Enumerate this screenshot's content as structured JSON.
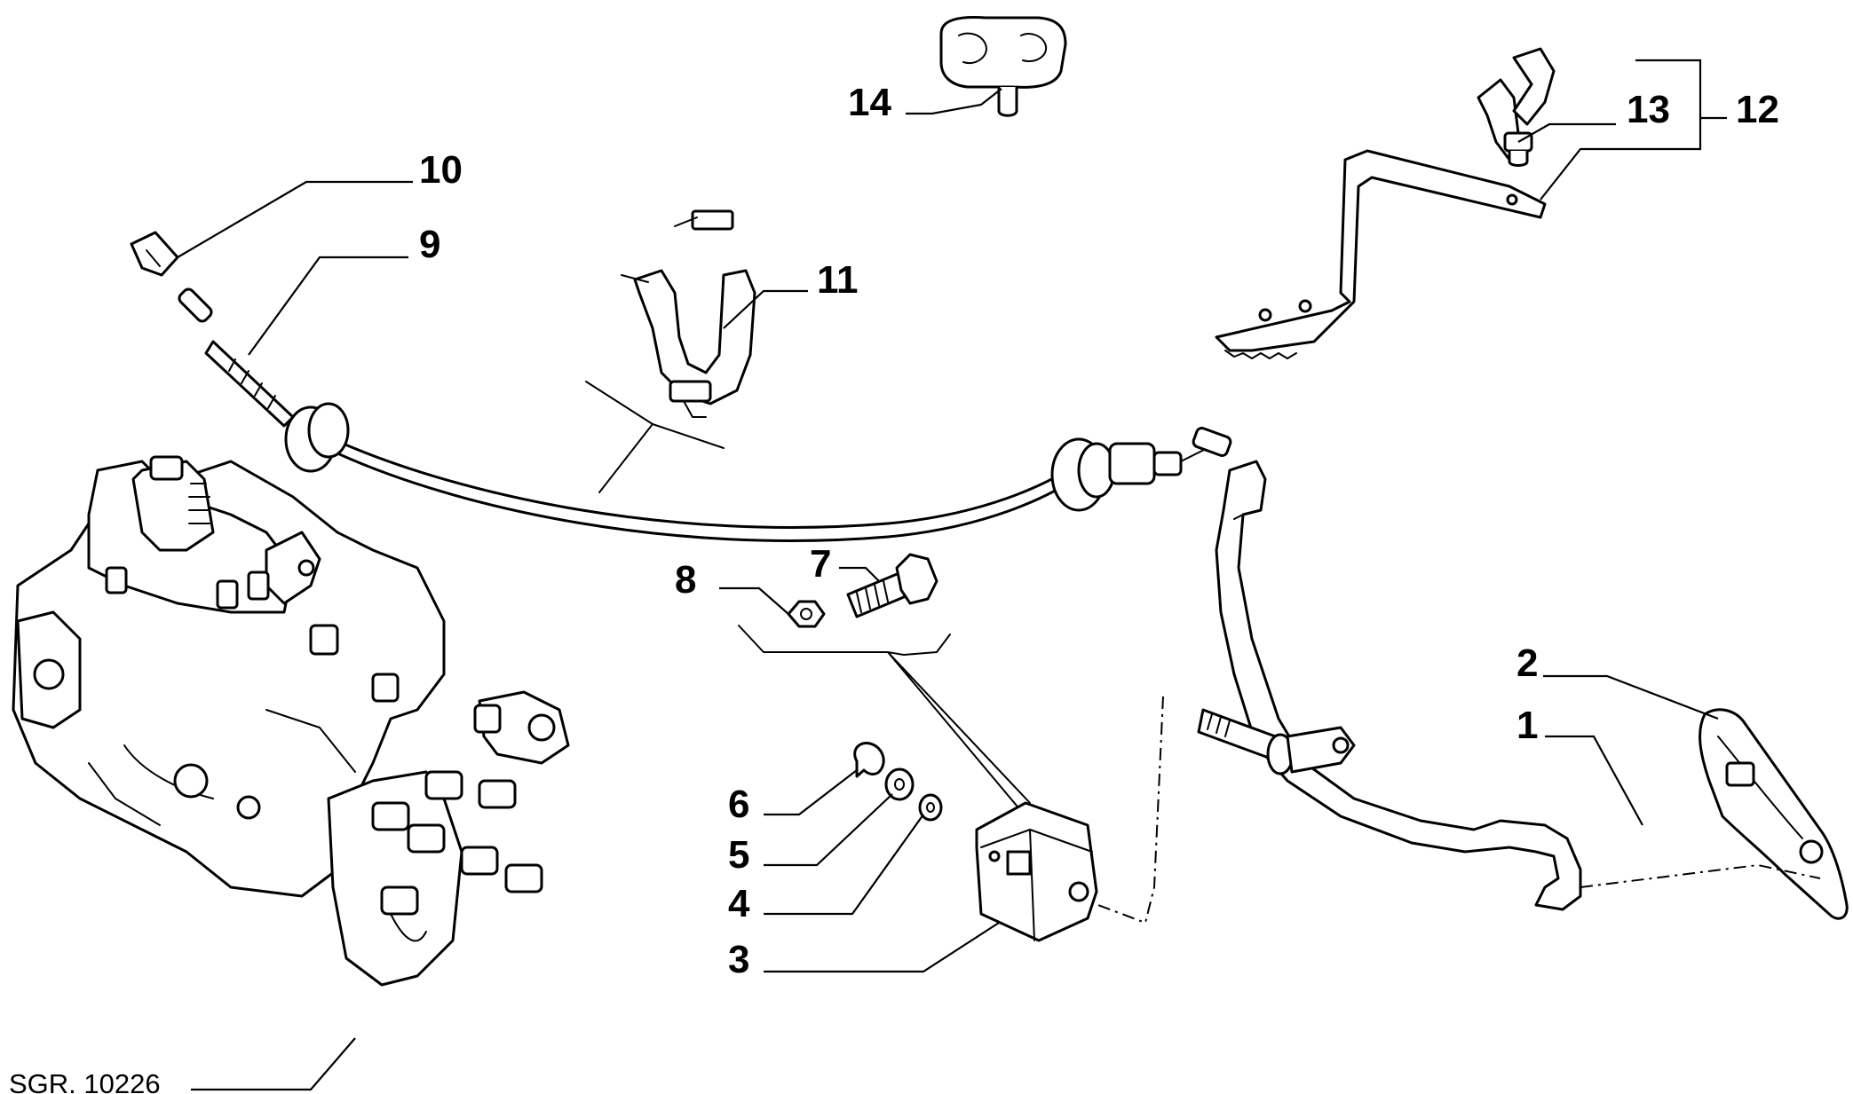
{
  "drawing_ref": "SGR. 10226",
  "callouts": [
    {
      "id": "1",
      "label": "1"
    },
    {
      "id": "2",
      "label": "2"
    },
    {
      "id": "3",
      "label": "3"
    },
    {
      "id": "4",
      "label": "4"
    },
    {
      "id": "5",
      "label": "5"
    },
    {
      "id": "6",
      "label": "6"
    },
    {
      "id": "7",
      "label": "7"
    },
    {
      "id": "8",
      "label": "8"
    },
    {
      "id": "9",
      "label": "9"
    },
    {
      "id": "10",
      "label": "10"
    },
    {
      "id": "11",
      "label": "11"
    },
    {
      "id": "12",
      "label": "12"
    },
    {
      "id": "13",
      "label": "13"
    },
    {
      "id": "14",
      "label": "14"
    }
  ]
}
